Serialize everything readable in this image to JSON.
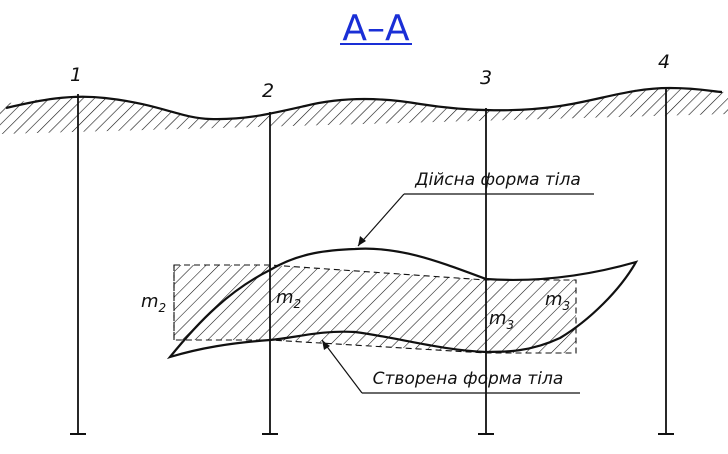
{
  "title": "A–A",
  "wells": [
    {
      "label": "1"
    },
    {
      "label": "2"
    },
    {
      "label": "3"
    },
    {
      "label": "4"
    }
  ],
  "callouts": {
    "actual": "Дійсна форма тіла",
    "created": "Створена форма тіла"
  },
  "blocks": [
    {
      "letter": "m",
      "sub": "2"
    },
    {
      "letter": "m",
      "sub": "2"
    },
    {
      "letter": "m",
      "sub": "3"
    },
    {
      "letter": "m",
      "sub": "3"
    }
  ],
  "colors": {
    "title": "#1a2fd6",
    "line": "#111111"
  }
}
